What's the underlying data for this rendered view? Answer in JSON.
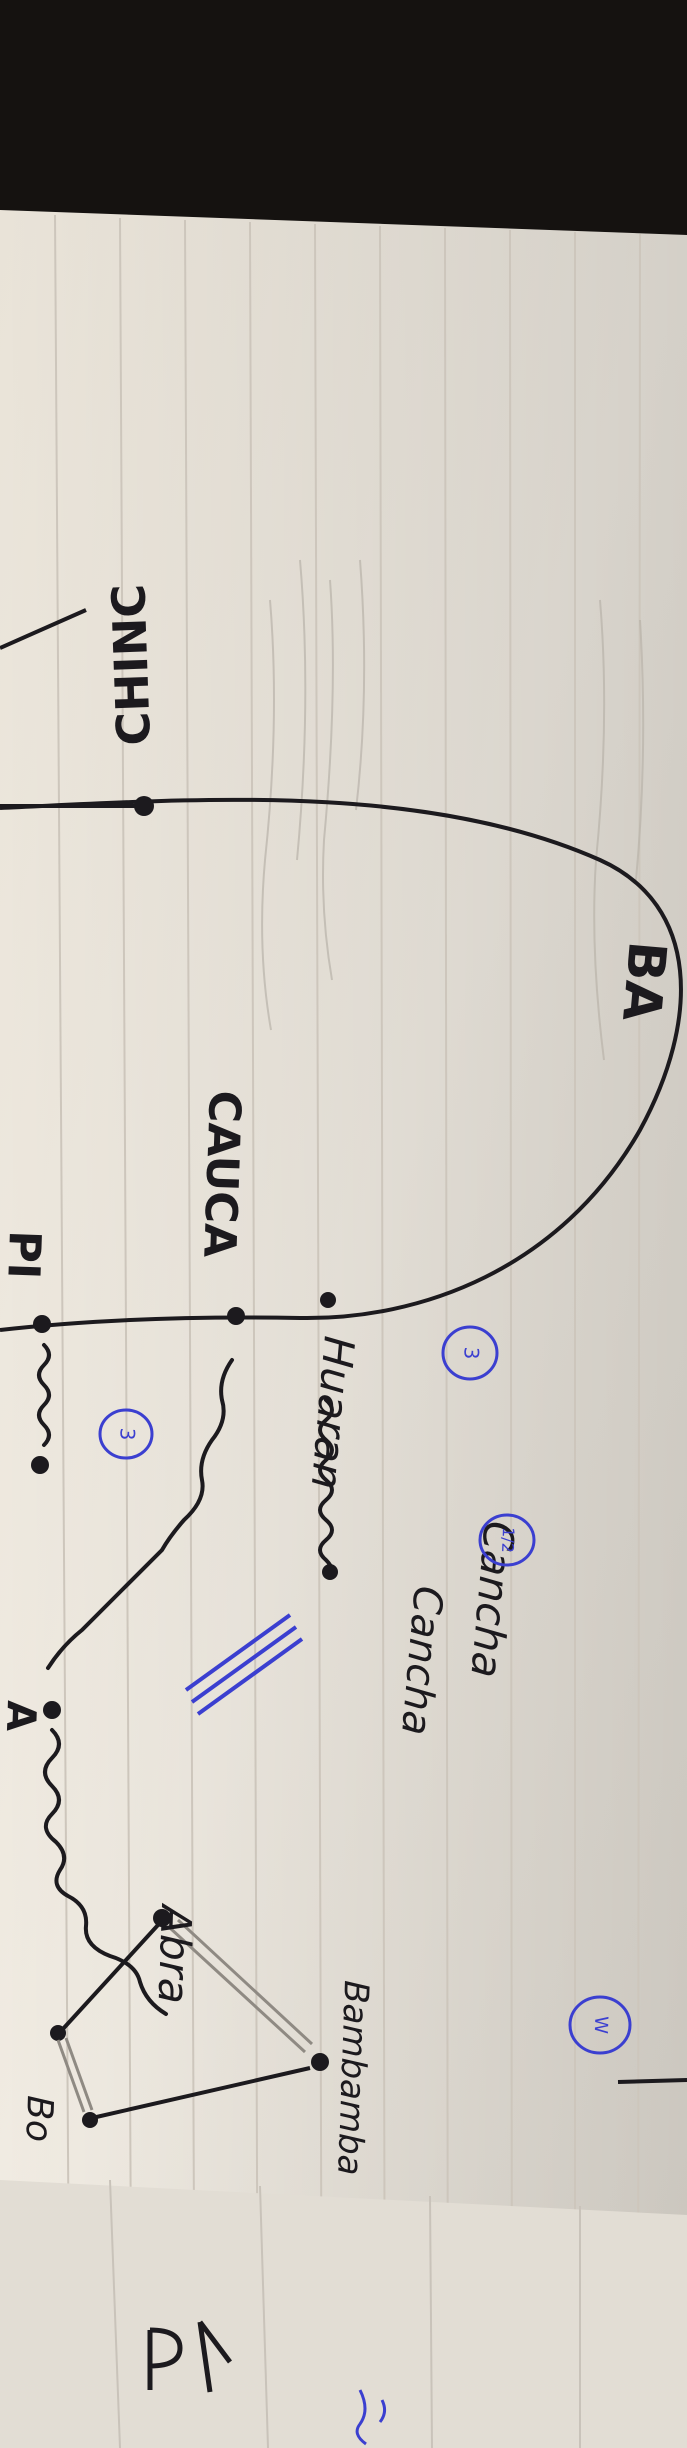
{
  "image": {
    "subject": "handwritten-notebook-diagram"
  },
  "labels": {
    "chino": "CHINC",
    "ba": "BA",
    "cauca": "CAUCA",
    "pi": "PI",
    "huaran": "Huaran",
    "cancha": "Cancha",
    "cancha_dup": "Cancha",
    "abra": "Abra",
    "bambamba": "Bambamba",
    "bo": "Bo",
    "a": "A"
  },
  "badges": {
    "b1": "3",
    "b2": "3",
    "b3": "1/2",
    "b4": "W"
  },
  "colors": {
    "paper": "#efe9df",
    "ink": "#1c1a1e",
    "blue_ink": "#3b3fd0",
    "rule_line": "#c9c3ba",
    "background": "#151210"
  }
}
